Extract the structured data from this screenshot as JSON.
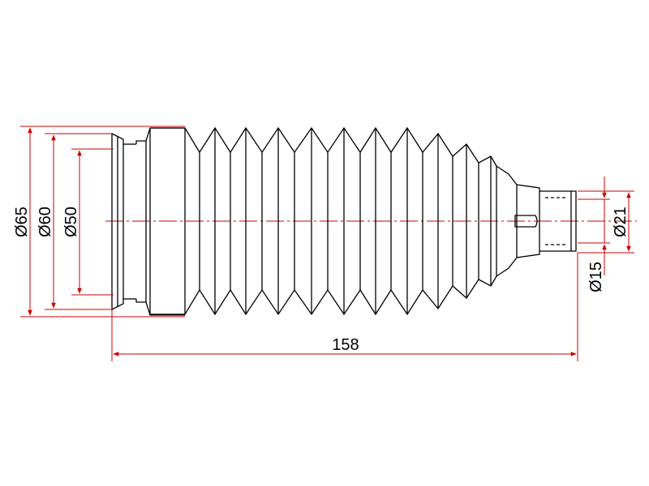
{
  "drawing": {
    "part": "steering-rack-boot-bellows",
    "dimensions": {
      "d65": "Ø65",
      "d60": "Ø60",
      "d50": "Ø50",
      "d21": "Ø21",
      "d15": "Ø15",
      "length": "158"
    },
    "colors": {
      "outline": "#000000",
      "dimension": "#cc0000",
      "centerline": "#cc0000",
      "background": "#ffffff"
    }
  }
}
